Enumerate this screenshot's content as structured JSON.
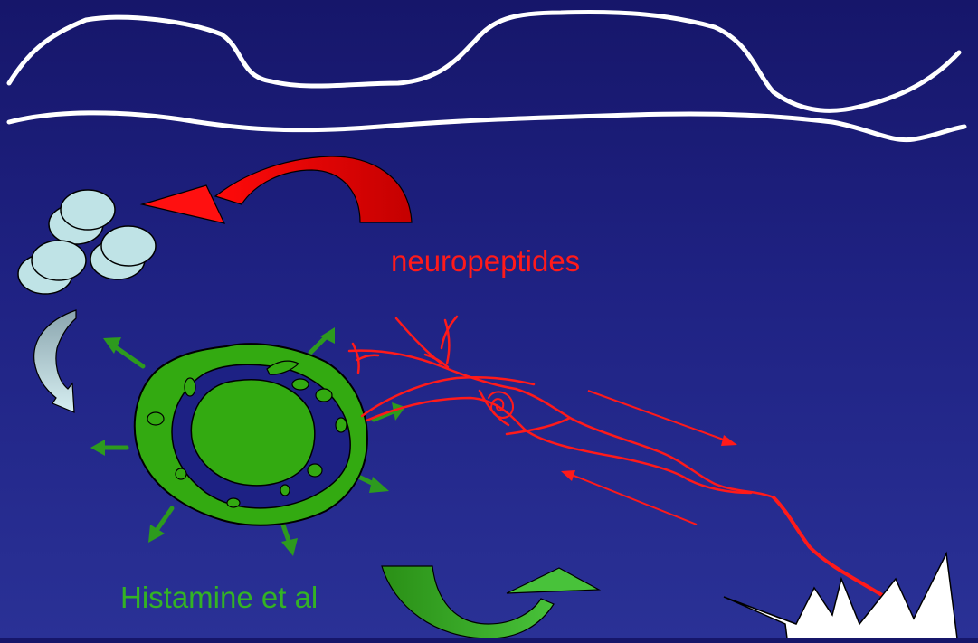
{
  "labels": {
    "neuropeptides": "neuropeptides",
    "histamine": "Histamine et al"
  },
  "colors": {
    "background_top": "#16166a",
    "background_bottom": "#2a3196",
    "skin_line": "#ffffff",
    "nerve": "#ff1a1a",
    "neuropeptide_arrow": "#e00000",
    "mast_cell": "#33aa11",
    "histamine_arrow": "#2d9a1e",
    "granule": "#bfe3e6",
    "granule_arrow": "#9bb6bf",
    "burst": "#ffffff"
  },
  "icons": {
    "skin_surface": "skin-surface-lines",
    "cells": "cell-cluster-icon",
    "mast_cell": "mast-cell-icon",
    "nerve": "sensory-nerve-icon",
    "stimulus": "stimulus-burst-icon"
  }
}
